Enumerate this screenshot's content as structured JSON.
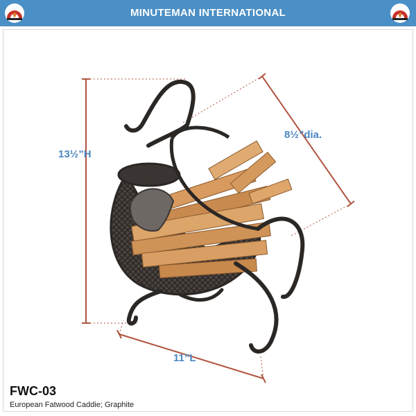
{
  "header": {
    "title": "MINUTEMAN INTERNATIONAL",
    "background_color": "#4a8fc5"
  },
  "logos": [
    "fireplace-logo",
    "fireplace-logo"
  ],
  "dimensions": {
    "height": "13½”H",
    "diameter": "8½”dia.",
    "length": "11”L",
    "line_color": "#b0533f"
  },
  "product": {
    "model": "FWC-03",
    "description": "European Fatwood Caddie; Graphite"
  }
}
